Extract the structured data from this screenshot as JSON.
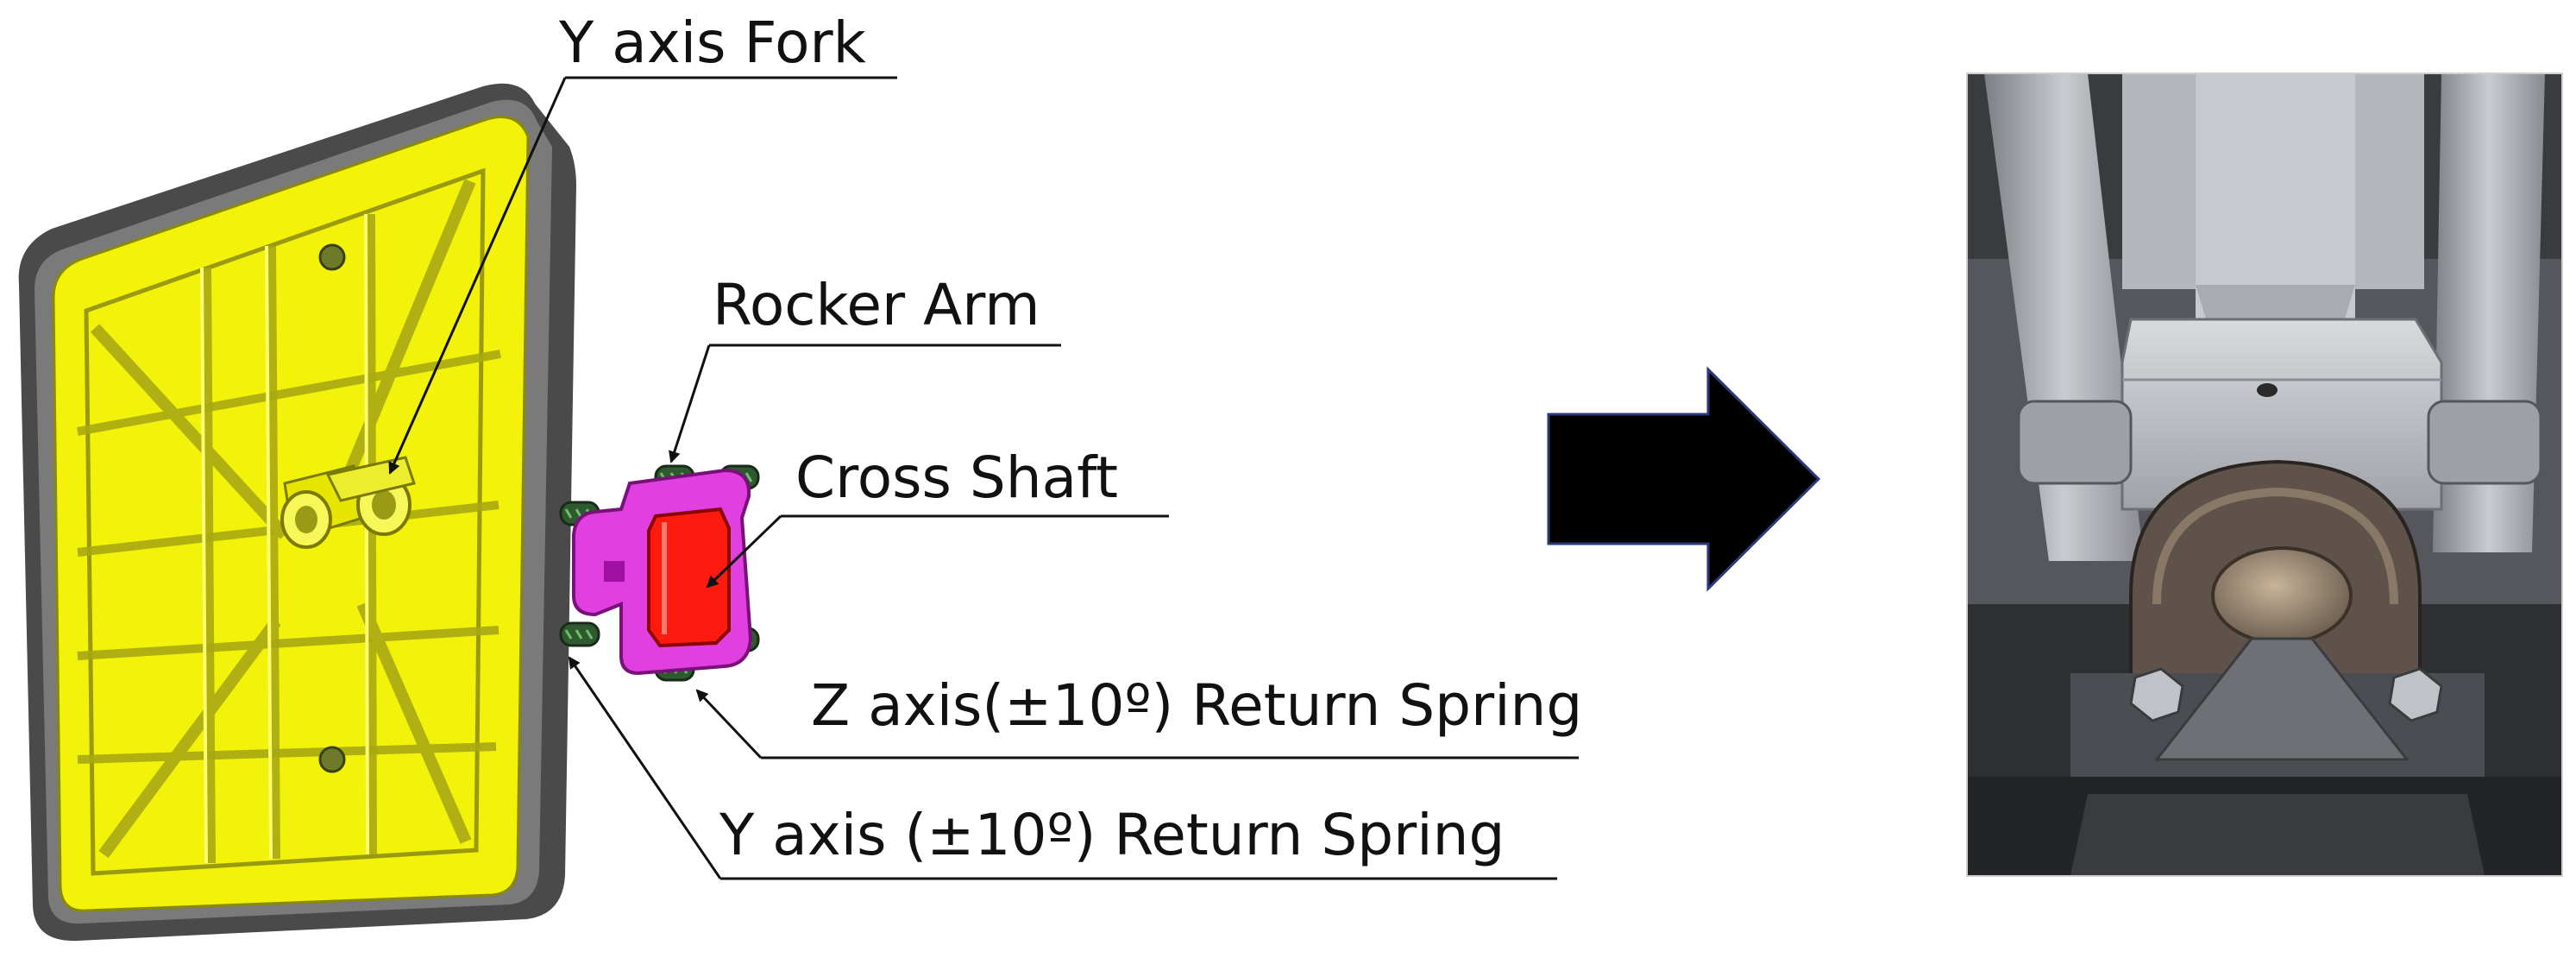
{
  "labels": {
    "y_axis_fork": "Y axis Fork",
    "rocker_arm": "Rocker Arm",
    "cross_shaft": "Cross Shaft",
    "z_axis_return_spring": "Z axis(±10º) Return Spring",
    "y_axis_return_spring": "Y axis (±10º) Return Spring"
  },
  "colors": {
    "plate_face": "#f2f20a",
    "plate_frame": "#4a4a4a",
    "rocker_arm": "#e040e0",
    "cross_shaft": "#ff1a10",
    "springs": "#2f5a2f",
    "arrow": "#000000",
    "leader_lines": "#111111"
  },
  "icons": {
    "transition_arrow": "right-arrow-icon"
  }
}
